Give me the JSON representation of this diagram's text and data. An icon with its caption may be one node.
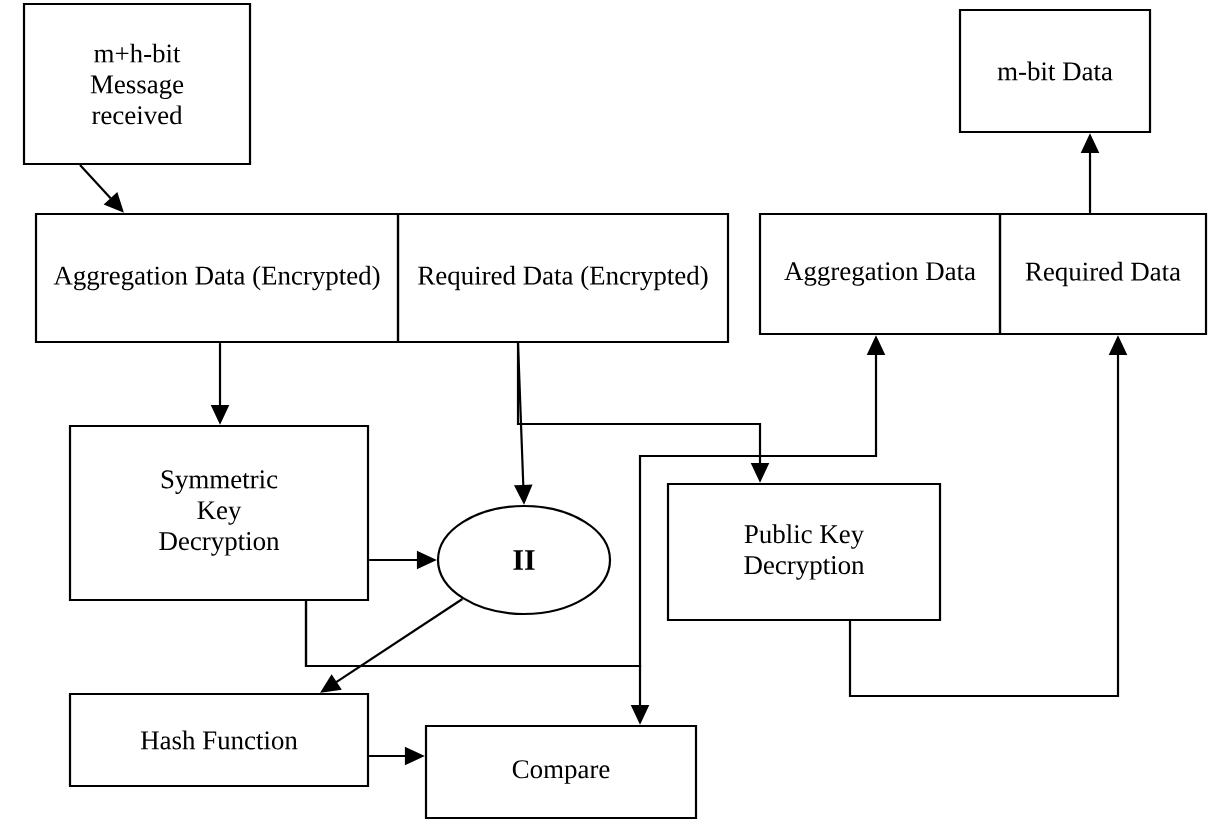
{
  "diagram": {
    "nodes": [
      {
        "text": [
          "m+h-bit Message received"
        ]
      },
      {
        "text": [
          "m-bit Data"
        ]
      },
      {
        "text": [
          "Aggregation Data (Encrypted)"
        ]
      },
      {
        "text": [
          "Required Data (Encrypted)"
        ]
      },
      {
        "text": [
          "Aggregation Data"
        ]
      },
      {
        "text": [
          "Required Data"
        ]
      },
      {
        "text": [
          "Symmetric Key Decryption"
        ]
      },
      {
        "text": [
          "II"
        ]
      },
      {
        "text": [
          "Public Key Decryption"
        ]
      },
      {
        "text": [
          "Hash Function"
        ]
      },
      {
        "text": [
          "Compare"
        ]
      }
    ],
    "edges": [
      {
        "from": 0,
        "to": 2,
        "arrow": "to"
      },
      {
        "from": 2,
        "to": 6,
        "arrow": "to"
      },
      {
        "from": 3,
        "to": 7,
        "arrow": "to"
      },
      {
        "from": 3,
        "to": 8,
        "arrow": "to"
      },
      {
        "from": 6,
        "to": 7,
        "arrow": "to"
      },
      {
        "from": 7,
        "to": 9,
        "arrow": "to"
      },
      {
        "from": 6,
        "to": 10,
        "arrow": "to"
      },
      {
        "from": 6,
        "to": 4,
        "arrow": "to"
      },
      {
        "from": 9,
        "to": 10,
        "arrow": "to"
      },
      {
        "from": 8,
        "to": 5,
        "arrow": "to"
      },
      {
        "from": 5,
        "to": 1,
        "arrow": "to"
      }
    ]
  }
}
